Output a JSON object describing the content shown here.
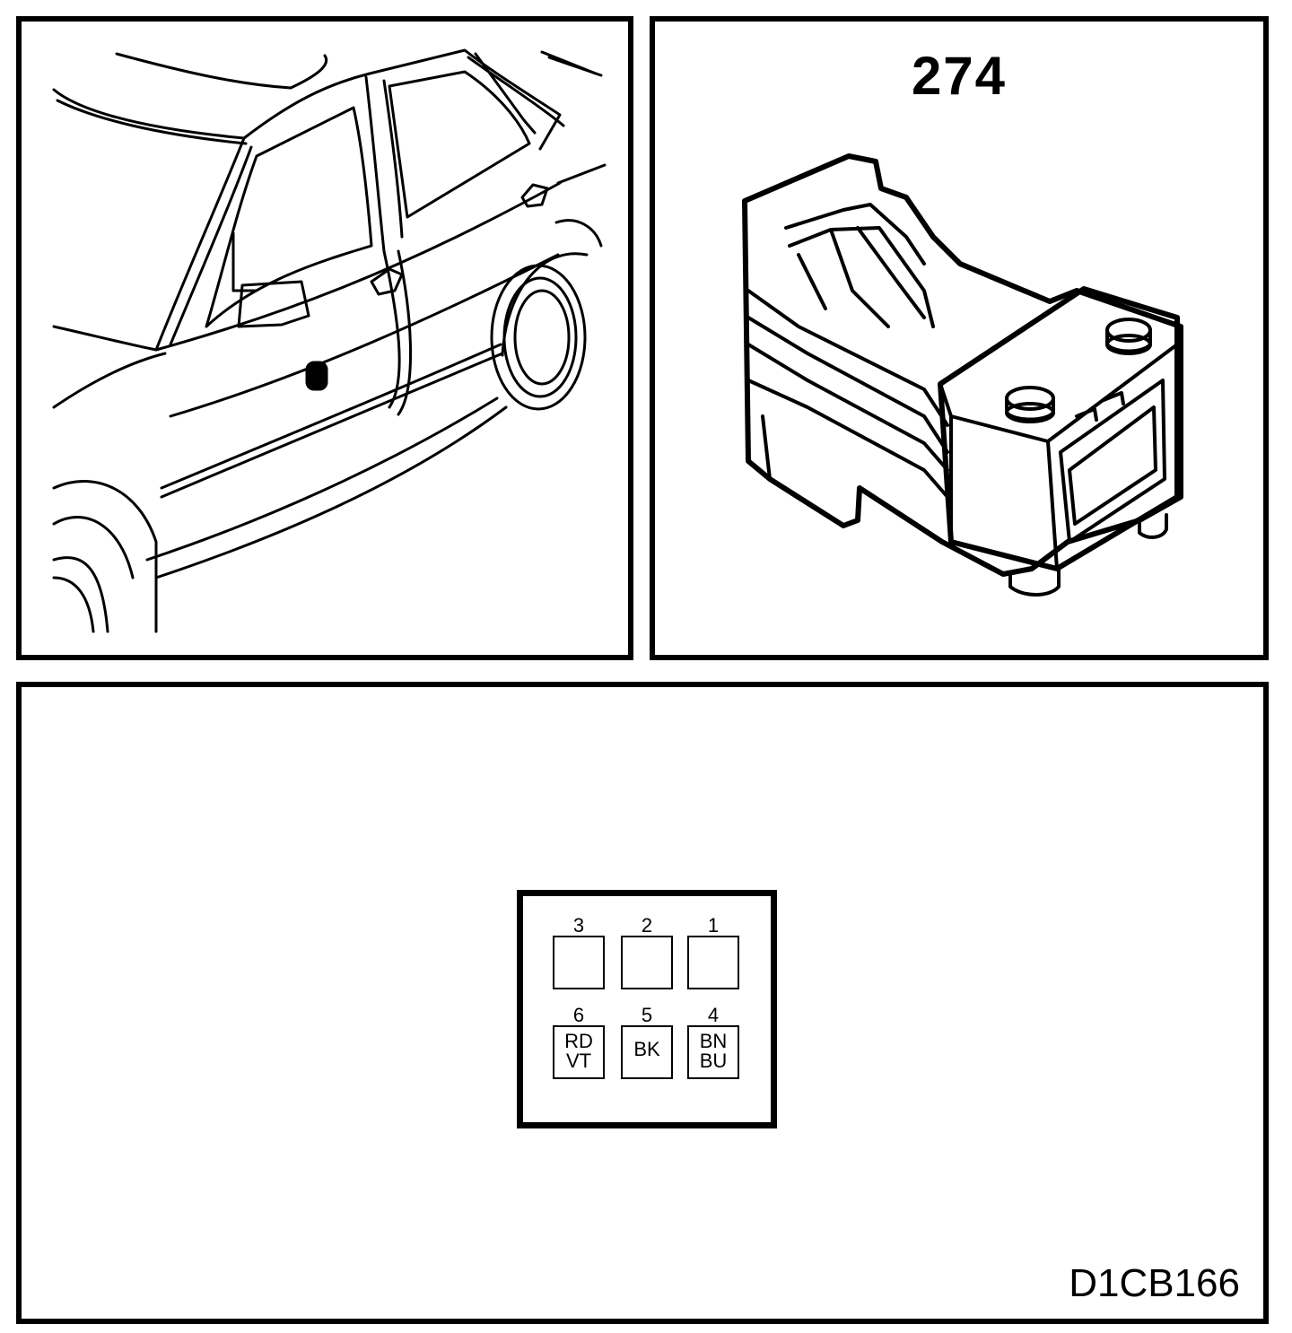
{
  "connector": {
    "number": "274"
  },
  "diagram_id": "D1CB166",
  "pins": [
    {
      "number": "3",
      "wires": []
    },
    {
      "number": "2",
      "wires": []
    },
    {
      "number": "1",
      "wires": []
    },
    {
      "number": "6",
      "wires": [
        "RD",
        "VT"
      ]
    },
    {
      "number": "5",
      "wires": [
        "BK"
      ]
    },
    {
      "number": "4",
      "wires": [
        "BN",
        "BU"
      ]
    }
  ]
}
